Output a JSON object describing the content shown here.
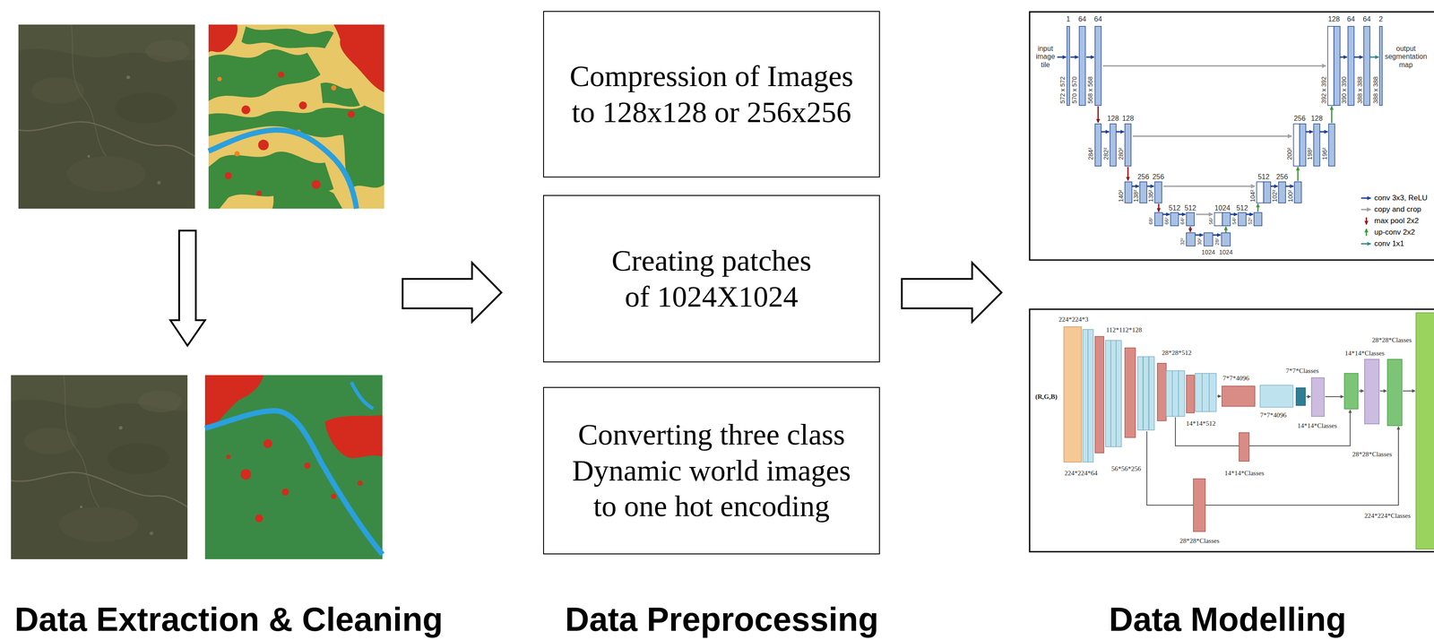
{
  "diagram": {
    "nodes": [
      {
        "text": [
          "Compression of Images to 128x128 or 256x256"
        ]
      },
      {
        "text": [
          "Creating patches of 1024X1024"
        ]
      },
      {
        "text": [
          "Converting three class Dynamic world images to one hot encoding"
        ]
      }
    ],
    "labels": [
      "Data Extraction & Cleaning",
      "Data Preprocessing",
      "Data Modelling",
      "1",
      "64",
      "64",
      "input image tile",
      "572 x 572",
      "570 x 570",
      "568 x 568",
      "128",
      "128",
      "284²",
      "282²",
      "280²",
      "256",
      "256",
      "140²",
      "138²",
      "136²",
      "512",
      "512",
      "68²",
      "66²",
      "64²",
      "1024",
      "1024",
      "32²",
      "30²",
      "28²",
      "1024",
      "512",
      "56²",
      "54²",
      "52²",
      "512",
      "256",
      "104²",
      "102²",
      "100²",
      "256",
      "128",
      "200²",
      "198²",
      "196²",
      "128",
      "64",
      "64",
      "2",
      "392 x 392",
      "390 x 390",
      "388 x 388",
      "388 x 388",
      "output segmentation map",
      "224*224*3",
      "(R,G,B)",
      "224*224*64",
      "112*112*128",
      "56*56*256",
      "28*28*512",
      "14*14*512",
      "7*7*4096",
      "7*7*4096",
      "7*7*Classes",
      "14*14*Classes",
      "14*14*Classes",
      "28*28*Classes",
      "28*28*Classes",
      "14*14*Classes",
      "28*28*Classes",
      "224*224*Classes"
    ],
    "legend": [
      {
        "text": "conv 3x3, ReLU"
      },
      {
        "text": "copy and crop"
      },
      {
        "text": "max pool 2x2"
      },
      {
        "text": "up-conv 2x2"
      },
      {
        "text": "conv 1x1"
      }
    ]
  }
}
